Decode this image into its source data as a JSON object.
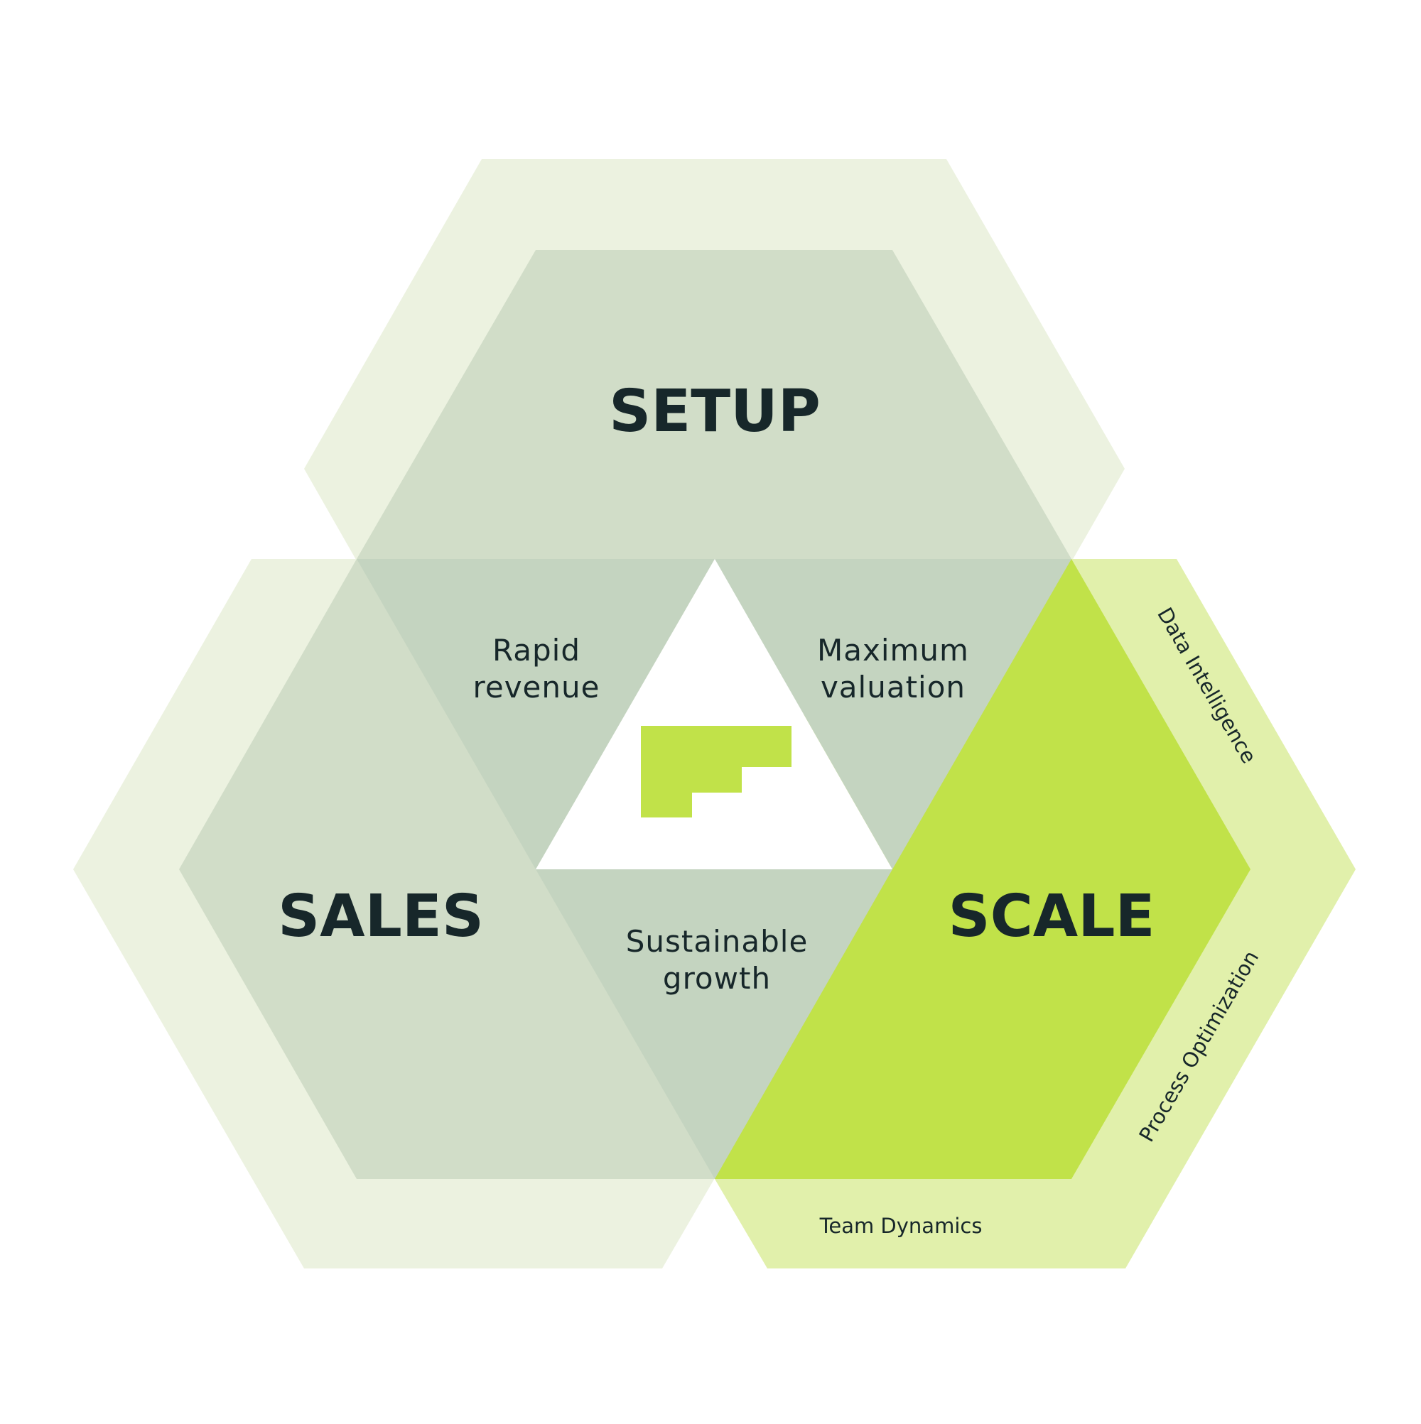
{
  "colors": {
    "outer_pale": "#ecf2e0",
    "outer_lime": "#e1f0ab",
    "hex_sage": "#d1ddc8",
    "overlap_sage": "#c4d4c0",
    "scale_lime": "#c1e249",
    "center_white": "#ffffff",
    "logo_lime": "#c1e249",
    "text_dark": "#17272a"
  },
  "logo": {
    "icon": "stepped-block-logo-icon"
  },
  "labels": {
    "setup": "SETUP",
    "sales": "SALES",
    "scale": "SCALE",
    "rapid_line1": "Rapid",
    "rapid_line2": "revenue",
    "maximum_line1": "Maximum",
    "maximum_line2": "valuation",
    "sustainable_line1": "Sustainable",
    "sustainable_line2": "growth",
    "data_intelligence": "Data Intelligence",
    "process_optimization": "Process Optimization",
    "team_dynamics": "Team Dynamics"
  }
}
